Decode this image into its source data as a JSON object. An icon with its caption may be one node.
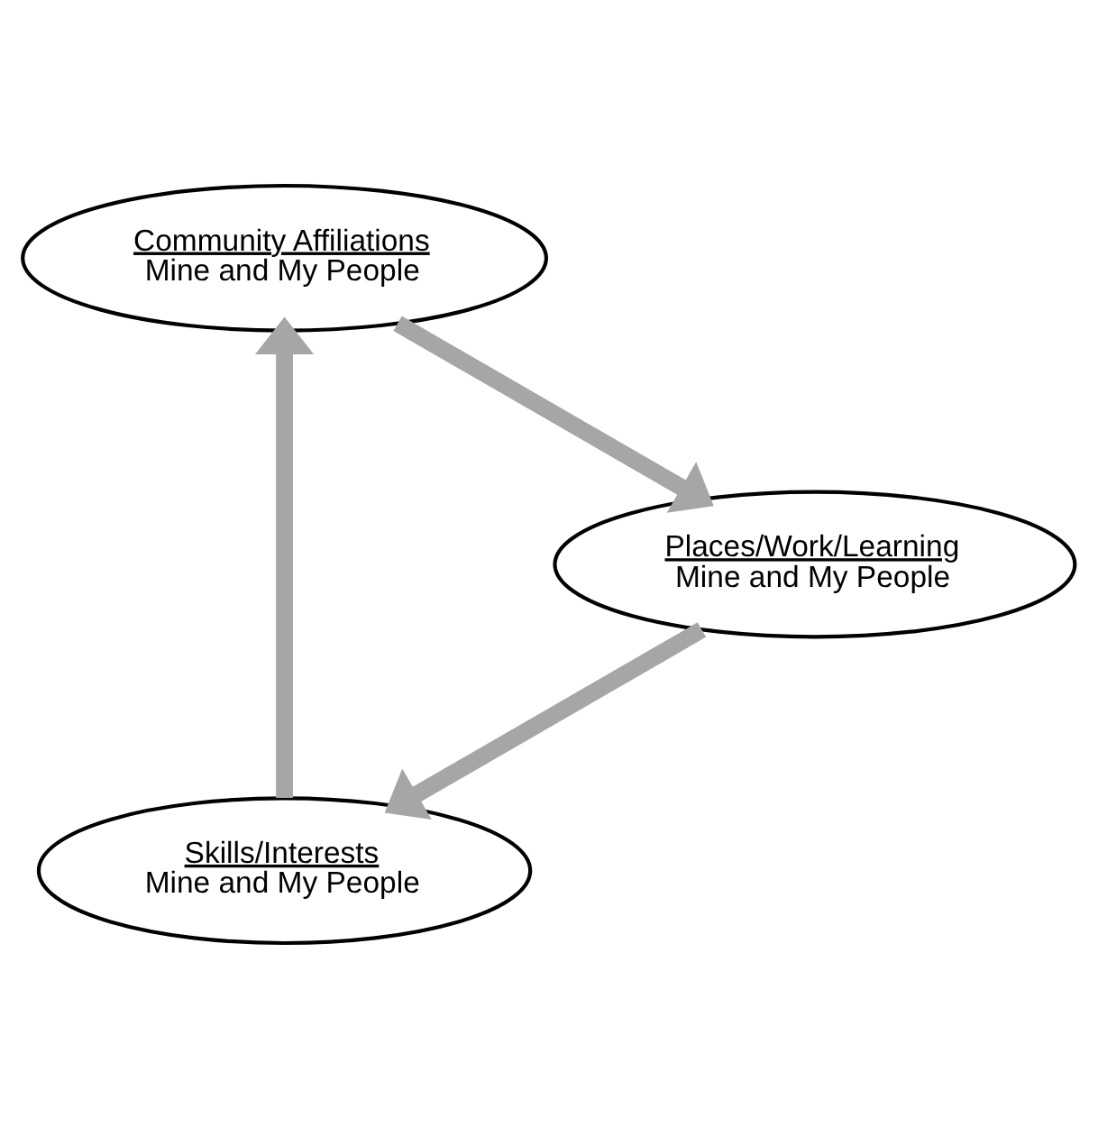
{
  "diagram": {
    "nodes": [
      {
        "text": [
          "Skills/Interests",
          "Mine and My People"
        ]
      },
      {
        "text": [
          "Community Affiliations",
          "Mine and My People"
        ]
      },
      {
        "text": [
          "Places/Work/Learning",
          "Mine and My People"
        ]
      }
    ],
    "edges": [
      {
        "from": 1,
        "to": 2,
        "arrow": "to"
      },
      {
        "from": 2,
        "to": 0,
        "arrow": "to"
      },
      {
        "from": 0,
        "to": 1,
        "arrow": "to"
      }
    ]
  }
}
